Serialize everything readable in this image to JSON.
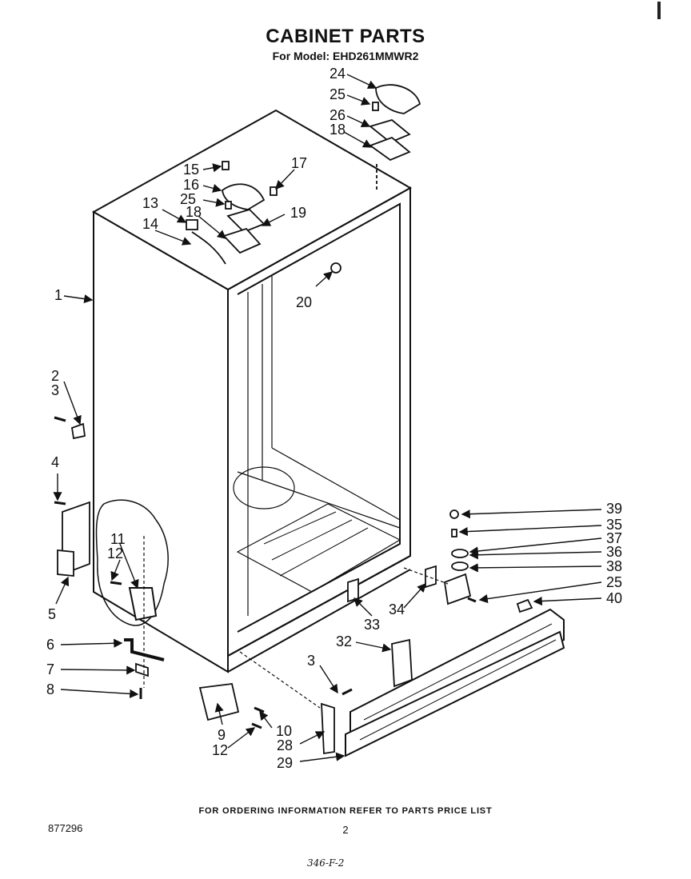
{
  "header": {
    "title": "CABINET PARTS",
    "model_line": "For Model: EHD261MMWR2"
  },
  "footer": {
    "ordering_note": "FOR ORDERING INFORMATION REFER TO PARTS PRICE LIST",
    "document_number": "877296",
    "page_number": "2",
    "handwritten_note": "346-F-2"
  },
  "part_labels": {
    "p1": "1",
    "p2": "2",
    "p3": "3",
    "p3b": "3",
    "p4": "4",
    "p5": "5",
    "p6": "6",
    "p7": "7",
    "p8": "8",
    "p9": "9",
    "p10": "10",
    "p11": "11",
    "p12": "12",
    "p12b": "12",
    "p13": "13",
    "p14": "14",
    "p15": "15",
    "p16": "16",
    "p17": "17",
    "p18": "18",
    "p18b": "18",
    "p19": "19",
    "p20": "20",
    "p24": "24",
    "p25": "25",
    "p25b": "25",
    "p25c": "25",
    "p26": "26",
    "p28": "28",
    "p29": "29",
    "p32": "32",
    "p33": "33",
    "p34": "34",
    "p35": "35",
    "p36": "36",
    "p37": "37",
    "p38": "38",
    "p39": "39",
    "p40": "40"
  }
}
